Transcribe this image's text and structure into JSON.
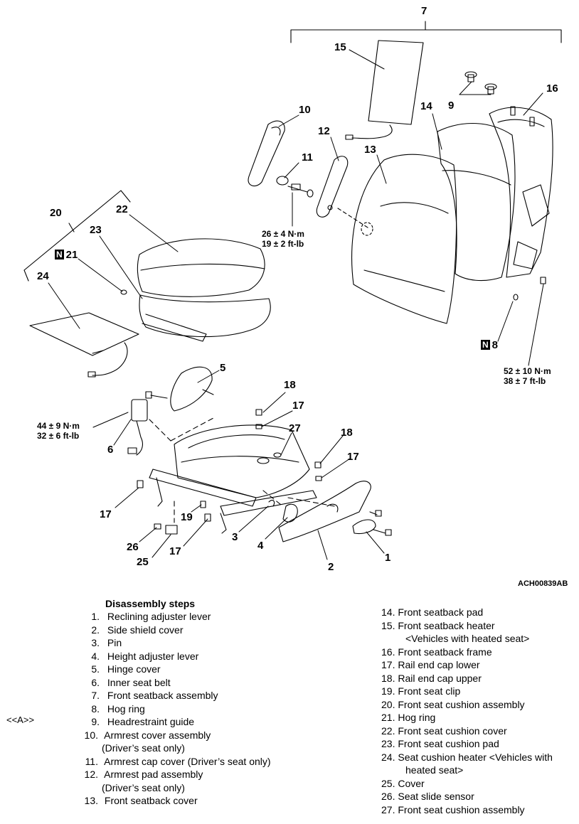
{
  "labels": {
    "l1": "1",
    "l2": "2",
    "l3": "3",
    "l4": "4",
    "l5": "5",
    "l6": "6",
    "l7": "7",
    "l8": "8",
    "l9": "9",
    "l10": "10",
    "l11": "11",
    "l12": "12",
    "l13": "13",
    "l14": "14",
    "l15": "15",
    "l16": "16",
    "l17a": "17",
    "l17b": "17",
    "l17c": "17",
    "l17d": "17",
    "l18a": "18",
    "l18b": "18",
    "l19": "19",
    "l20": "20",
    "l21": "21",
    "l22": "22",
    "l23": "23",
    "l24": "24",
    "l25": "25",
    "l26": "26",
    "l27": "27"
  },
  "new_part_mark": "N",
  "torques": {
    "t1": {
      "metric": "26 ± 4 N·m",
      "imperial": "19 ± 2 ft-lb"
    },
    "t2": {
      "metric": "52 ± 10 N·m",
      "imperial": "38 ± 7 ft-lb"
    },
    "t3": {
      "metric": "44 ± 9 N·m",
      "imperial": "32 ± 6 ft-lb"
    }
  },
  "figure_code": "ACH00839AB",
  "steps_title": "Disassembly steps",
  "note_marker": "<<A>>",
  "steps_left": [
    {
      "num": "1.",
      "text": "Reclining adjuster lever"
    },
    {
      "num": "2.",
      "text": "Side shield cover"
    },
    {
      "num": "3.",
      "text": "Pin"
    },
    {
      "num": "4.",
      "text": "Height adjuster lever"
    },
    {
      "num": "5.",
      "text": "Hinge cover"
    },
    {
      "num": "6.",
      "text": "Inner seat belt"
    },
    {
      "num": "7.",
      "text": "Front seatback assembly"
    },
    {
      "num": "8.",
      "text": "Hog ring"
    },
    {
      "num": "9.",
      "text": "Headrestraint guide"
    },
    {
      "num": "10.",
      "text": "Armrest cover assembly",
      "cont": "(Driver’s seat only)"
    },
    {
      "num": "11.",
      "text": "Armrest cap cover (Driver’s seat only)"
    },
    {
      "num": "12.",
      "text": "Armrest pad assembly",
      "cont": "(Driver’s seat only)"
    },
    {
      "num": "13.",
      "text": "Front seatback cover"
    }
  ],
  "steps_right": [
    {
      "num": "14.",
      "text": "Front seatback pad"
    },
    {
      "num": "15.",
      "text": "Front seatback heater",
      "cont": "<Vehicles with heated seat>"
    },
    {
      "num": "16.",
      "text": "Front seatback frame"
    },
    {
      "num": "17.",
      "text": "Rail end cap lower"
    },
    {
      "num": "18.",
      "text": "Rail end cap upper"
    },
    {
      "num": "19.",
      "text": "Front seat clip"
    },
    {
      "num": "20.",
      "text": "Front seat cushion assembly"
    },
    {
      "num": "21.",
      "text": "Hog ring"
    },
    {
      "num": "22.",
      "text": "Front seat cushion cover"
    },
    {
      "num": "23.",
      "text": "Front seat cushion pad"
    },
    {
      "num": "24.",
      "text": "Seat cushion heater <Vehicles with",
      "cont": "heated seat>"
    },
    {
      "num": "25.",
      "text": "Cover"
    },
    {
      "num": "26.",
      "text": "Seat slide sensor"
    },
    {
      "num": "27.",
      "text": "Front seat cushion assembly"
    }
  ]
}
